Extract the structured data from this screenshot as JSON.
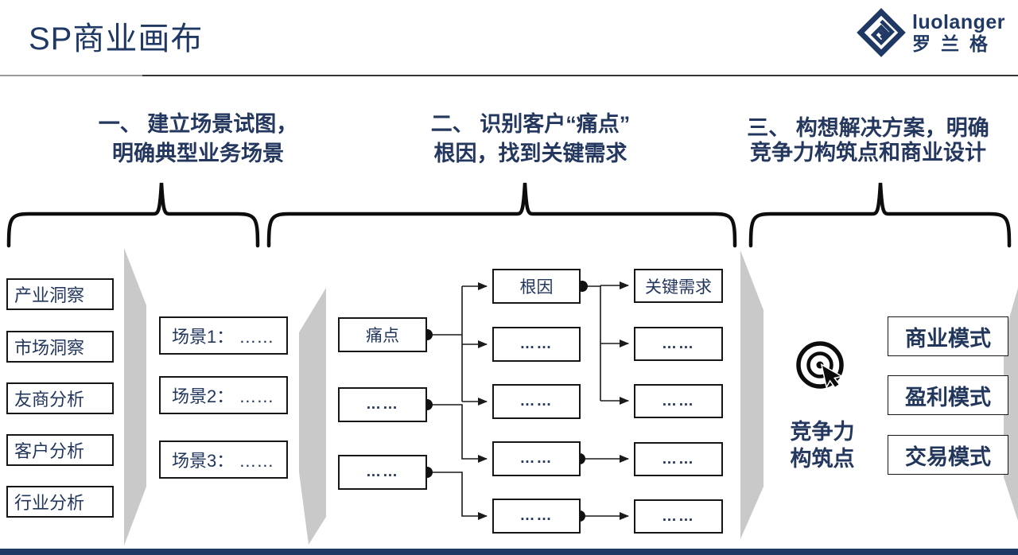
{
  "slide": {
    "title": "SP商业画布",
    "logo": {
      "latin": "luolanger",
      "cn": "罗兰格"
    }
  },
  "phases": [
    {
      "line1": "一、 建立场景试图，",
      "line2": "明确典型业务场景"
    },
    {
      "line1": "二、 识别客户“痛点”",
      "line2": "根因，找到关键需求"
    },
    {
      "line1": "三、 构想解决方案，明确",
      "line2": "竞争力构筑点和商业设计"
    }
  ],
  "left_panel": {
    "items": [
      "产业洞察",
      "市场洞察",
      "友商分析",
      "客户分析",
      "行业分析"
    ]
  },
  "scenarios": {
    "items": [
      "场景1： ……",
      "场景2： ……",
      "场景3： ……"
    ]
  },
  "flow": {
    "painpoints": [
      "痛点",
      "……",
      "……"
    ],
    "root_causes": [
      "根因",
      "……",
      "……",
      "……",
      "……"
    ],
    "key_needs": [
      "关键需求",
      "……",
      "……",
      "……",
      "……"
    ]
  },
  "right_panel": {
    "competitiveness_line1": "竞争力",
    "competitiveness_line2": "构筑点",
    "modes": [
      "商业模式",
      "盈利模式",
      "交易模式"
    ]
  },
  "colors": {
    "navy": "#1f3864",
    "text_navy": "#22365c",
    "box_border": "#161616",
    "panel_gray": "#c9c9c9",
    "connector_black": "#1a1a1a",
    "bottom_bar": "#203864"
  }
}
